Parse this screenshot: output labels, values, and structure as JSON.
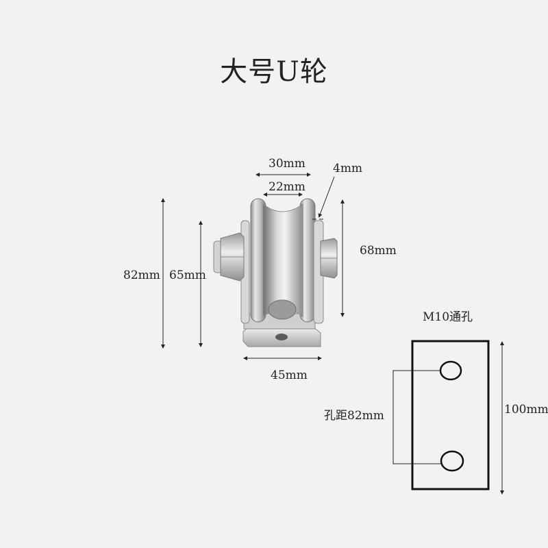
{
  "title": "大号U轮",
  "dimensions": {
    "outer_width": "30mm",
    "groove_width": "22mm",
    "plate_thickness": "4mm",
    "total_height": "82mm",
    "center_height": "65mm",
    "wheel_diameter": "68mm",
    "base_width": "45mm"
  },
  "plate": {
    "hole_label": "M10通孔",
    "hole_pitch": "孔距82mm",
    "height": "100mm"
  },
  "colors": {
    "background": "#f2f2f2",
    "line": "#222222",
    "steel_light": "#e6e6e6",
    "steel_mid": "#b5b5b5",
    "steel_dark": "#7a7a7a"
  }
}
